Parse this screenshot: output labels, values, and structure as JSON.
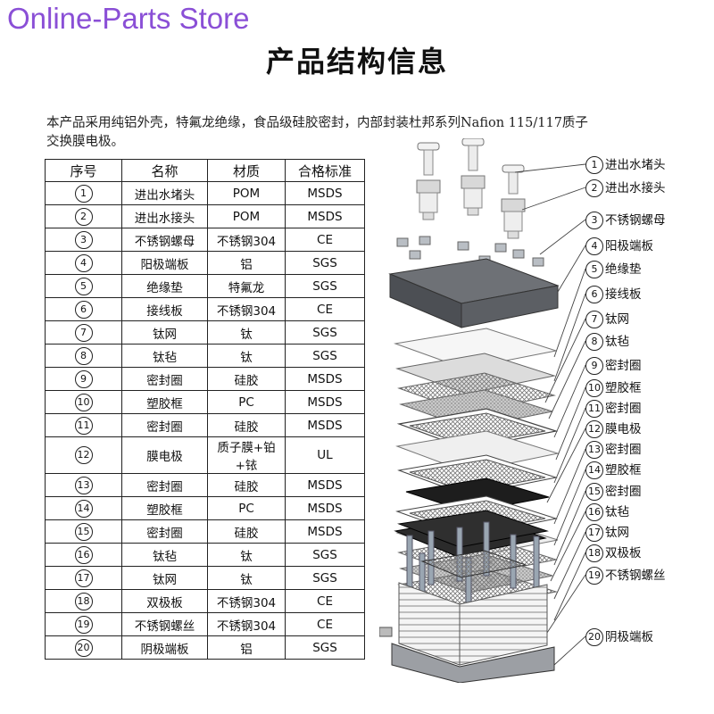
{
  "store_name": "Online-Parts Store",
  "title": "产品结构信息",
  "intro": "本产品采用纯铝外壳，特氟龙绝缘，食品级硅胶密封，内部封装杜邦系列Nafion 115/117质子交换膜电极。",
  "table": {
    "headers": [
      "序号",
      "名称",
      "材质",
      "合格标准"
    ],
    "rows": [
      {
        "no": "1",
        "name": "进出水堵头",
        "material": "POM",
        "standard": "MSDS"
      },
      {
        "no": "2",
        "name": "进出水接头",
        "material": "POM",
        "standard": "MSDS"
      },
      {
        "no": "3",
        "name": "不锈钢螺母",
        "material": "不锈钢304",
        "standard": "CE"
      },
      {
        "no": "4",
        "name": "阳极端板",
        "material": "铝",
        "standard": "SGS"
      },
      {
        "no": "5",
        "name": "绝缘垫",
        "material": "特氟龙",
        "standard": "SGS"
      },
      {
        "no": "6",
        "name": "接线板",
        "material": "不锈钢304",
        "standard": "CE"
      },
      {
        "no": "7",
        "name": "钛网",
        "material": "钛",
        "standard": "SGS"
      },
      {
        "no": "8",
        "name": "钛毡",
        "material": "钛",
        "standard": "SGS"
      },
      {
        "no": "9",
        "name": "密封圈",
        "material": "硅胶",
        "standard": "MSDS"
      },
      {
        "no": "10",
        "name": "塑胶框",
        "material": "PC",
        "standard": "MSDS"
      },
      {
        "no": "11",
        "name": "密封圈",
        "material": "硅胶",
        "standard": "MSDS"
      },
      {
        "no": "12",
        "name": "膜电极",
        "material": "质子膜+铂+铱",
        "standard": "UL"
      },
      {
        "no": "13",
        "name": "密封圈",
        "material": "硅胶",
        "standard": "MSDS"
      },
      {
        "no": "14",
        "name": "塑胶框",
        "material": "PC",
        "standard": "MSDS"
      },
      {
        "no": "15",
        "name": "密封圈",
        "material": "硅胶",
        "standard": "MSDS"
      },
      {
        "no": "16",
        "name": "钛毡",
        "material": "钛",
        "standard": "SGS"
      },
      {
        "no": "17",
        "name": "钛网",
        "material": "钛",
        "standard": "SGS"
      },
      {
        "no": "18",
        "name": "双极板",
        "material": "不锈钢304",
        "standard": "CE"
      },
      {
        "no": "19",
        "name": "不锈钢螺丝",
        "material": "不锈钢304",
        "standard": "CE"
      },
      {
        "no": "20",
        "name": "阴极端板",
        "material": "铝",
        "standard": "SGS"
      }
    ]
  },
  "diagram_labels": [
    {
      "no": "1",
      "text": "进出水堵头"
    },
    {
      "no": "2",
      "text": "进出水接头"
    },
    {
      "no": "3",
      "text": "不锈钢螺母"
    },
    {
      "no": "4",
      "text": "阳极端板"
    },
    {
      "no": "5",
      "text": "绝缘垫"
    },
    {
      "no": "6",
      "text": "接线板"
    },
    {
      "no": "7",
      "text": "钛网"
    },
    {
      "no": "8",
      "text": "钛毡"
    },
    {
      "no": "9",
      "text": "密封圈"
    },
    {
      "no": "10",
      "text": "塑胶框"
    },
    {
      "no": "11",
      "text": "密封圈"
    },
    {
      "no": "12",
      "text": "膜电极"
    },
    {
      "no": "13",
      "text": "密封圈"
    },
    {
      "no": "14",
      "text": "塑胶框"
    },
    {
      "no": "15",
      "text": "密封圈"
    },
    {
      "no": "16",
      "text": "钛毡"
    },
    {
      "no": "17",
      "text": "钛网"
    },
    {
      "no": "18",
      "text": "双极板"
    },
    {
      "no": "19",
      "text": "不锈钢螺丝"
    },
    {
      "no": "20",
      "text": "阴极端板"
    }
  ],
  "colors": {
    "store_name": "#8a4fd6",
    "text": "#111111"
  }
}
